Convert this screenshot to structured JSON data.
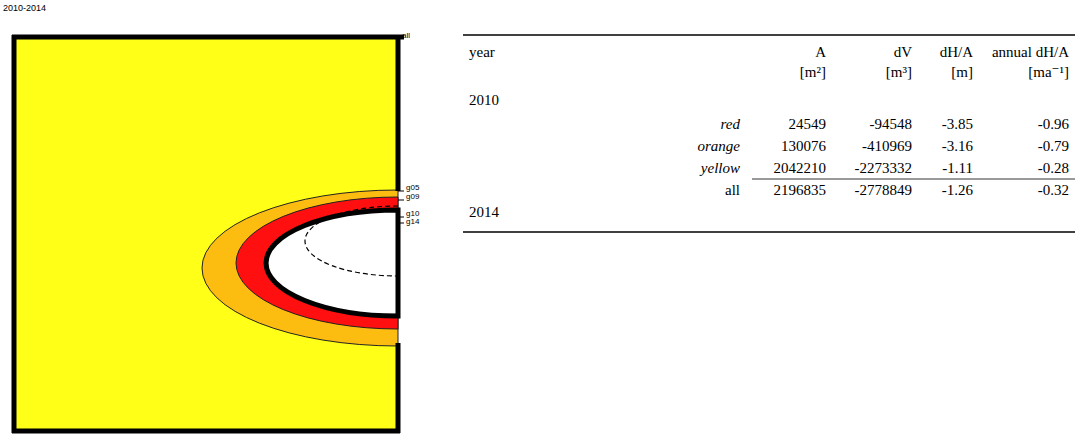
{
  "diagram": {
    "title": "2010-2014",
    "labels": [
      "all",
      "g05",
      "g09",
      "g10",
      "g14",
      "year",
      "A",
      "dV",
      "dH/A",
      "annual dH/A",
      "[m²]",
      "[m³]",
      "[m]",
      "[ma⁻¹]",
      "2010",
      "red",
      "24549",
      "-94548",
      "-3.85",
      "-0.96",
      "orange",
      "130076",
      "-410969",
      "-3.16",
      "-0.79",
      "yellow",
      "2042210",
      "-2273332",
      "-1.11",
      "-0.28",
      "all",
      "2196835",
      "-2778849",
      "-1.26",
      "-0.32",
      "2014"
    ]
  }
}
